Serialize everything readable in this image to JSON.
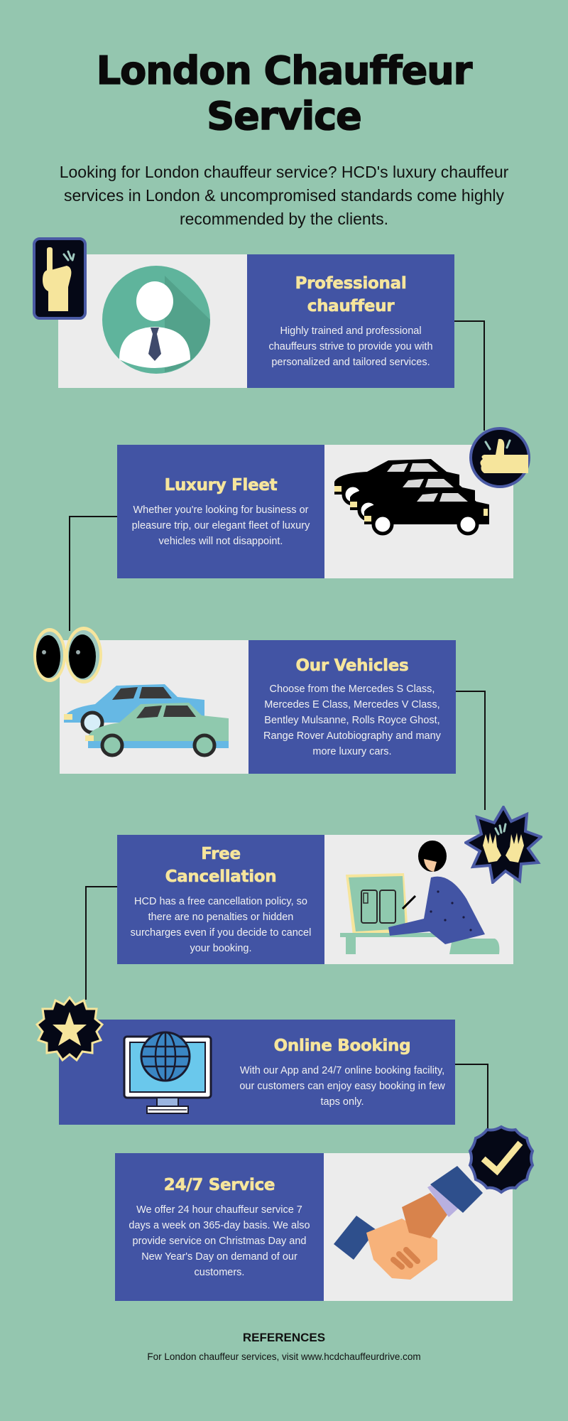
{
  "header": {
    "title_line1": "London Chauffeur",
    "title_line2": "Service",
    "intro": "Looking for London chauffeur service? HCD's luxury chauffeur services in London & uncompromised standards come highly recommended by the clients."
  },
  "colors": {
    "background": "#94c6af",
    "panel_blue": "#4254a4",
    "panel_light": "#ececec",
    "title_yellow": "#f6e59c",
    "badge_dark": "#050816",
    "badge_border": "#4a5aa4"
  },
  "sections": [
    {
      "title": "Professional chauffeur",
      "text": "Highly trained and professional chauffeurs strive to provide you with personalized and tailored services.",
      "illustration": "person-avatar-icon",
      "badge": "pointing-finger-icon"
    },
    {
      "title": "Luxury Fleet",
      "text": "Whether you're looking for business or pleasure trip, our elegant fleet of luxury vehicles will not disappoint.",
      "illustration": "black-cars-icon",
      "badge": "thumbs-up-icon"
    },
    {
      "title": "Our Vehicles",
      "text": "Choose from the Mercedes S Class, Mercedes E Class, Mercedes V Class, Bentley Mulsanne, Rolls Royce Ghost, Range Rover Autobiography and many more luxury cars.",
      "illustration": "blue-cars-icon",
      "badge": "eyes-icon"
    },
    {
      "title": "Free Cancellation",
      "text": "HCD has a free cancellation policy, so there are no penalties or hidden surcharges even if you decide to cancel your booking.",
      "illustration": "woman-at-drawing-board-icon",
      "badge": "hands-raised-icon"
    },
    {
      "title": "Online Booking",
      "text": "With our App and 24/7 online booking facility, our customers can enjoy easy booking in few taps only.",
      "illustration": "monitor-globe-icon",
      "badge": "star-icon"
    },
    {
      "title": "24/7 Service",
      "text": "We offer 24 hour chauffeur service  7 days a week on 365-day basis. We also provide service on Christmas Day and New Year's Day on demand of our customers.",
      "illustration": "handshake-icon",
      "badge": "checkmark-icon"
    }
  ],
  "references": {
    "title": "REFERENCES",
    "text": "For London chauffeur services, visit www.hcdchauffeurdrive.com"
  }
}
